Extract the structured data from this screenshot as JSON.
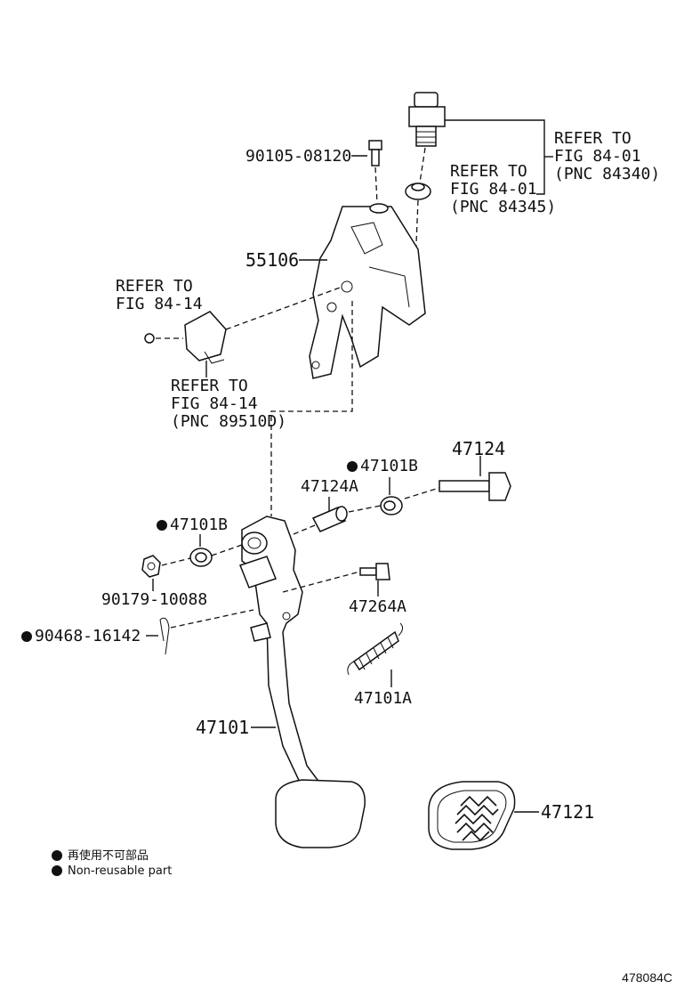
{
  "callouts": {
    "refer_switch": [
      "REFER TO",
      "FIG 84-01",
      "(PNC 84340)"
    ],
    "refer_nut": [
      "REFER TO",
      "FIG 84-01",
      "(PNC 84345)"
    ],
    "refer_connector_top": [
      "REFER TO",
      "FIG 84-14"
    ],
    "refer_connector_bottom": [
      "REFER TO",
      "FIG 84-14",
      "(PNC 89510D)"
    ]
  },
  "parts": {
    "bolt_top": "90105-08120",
    "bracket": "55106",
    "bolt_47124": "47124",
    "bushing_right": "47101B",
    "collar": "47124A",
    "bushing_left": "47101B",
    "nut": "90179-10088",
    "clip": "90468-16142",
    "pin": "47264A",
    "spring": "47101A",
    "pedal": "47101",
    "pad": "47121"
  },
  "non_reusable": [
    "bushing_right",
    "bushing_left",
    "clip"
  ],
  "legend": {
    "japanese": "再使用不可部品",
    "english": "Non-reusable part"
  },
  "figure_id": "478084C"
}
